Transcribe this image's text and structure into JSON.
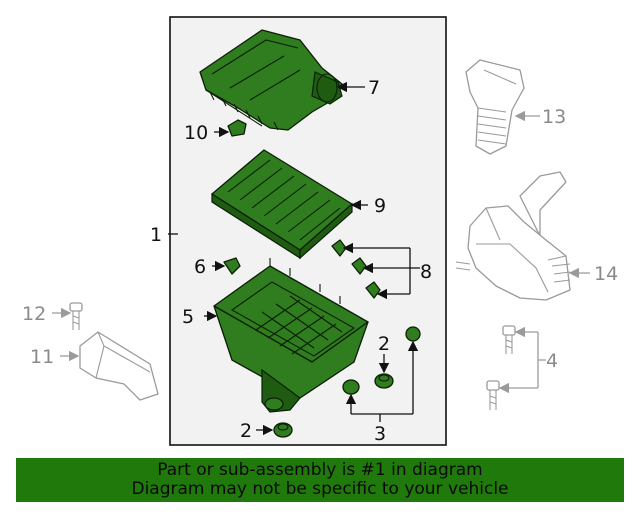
{
  "callouts": {
    "c1": "1",
    "c2a": "2",
    "c2b": "2",
    "c3": "3",
    "c4": "4",
    "c5": "5",
    "c6": "6",
    "c7": "7",
    "c8": "8",
    "c9": "9",
    "c10": "10",
    "c11": "11",
    "c12": "12",
    "c13": "13",
    "c14": "14"
  },
  "banner": {
    "line1": "Part or sub-assembly is #1 in diagram",
    "line2": "Diagram may not be specific to your vehicle"
  },
  "colors": {
    "highlight_part": "#2f7d1e",
    "banner_bg": "#1f7a0b",
    "ghost_part": "#9a9a9a",
    "assembly_box_bg": "#f2f2f2"
  }
}
